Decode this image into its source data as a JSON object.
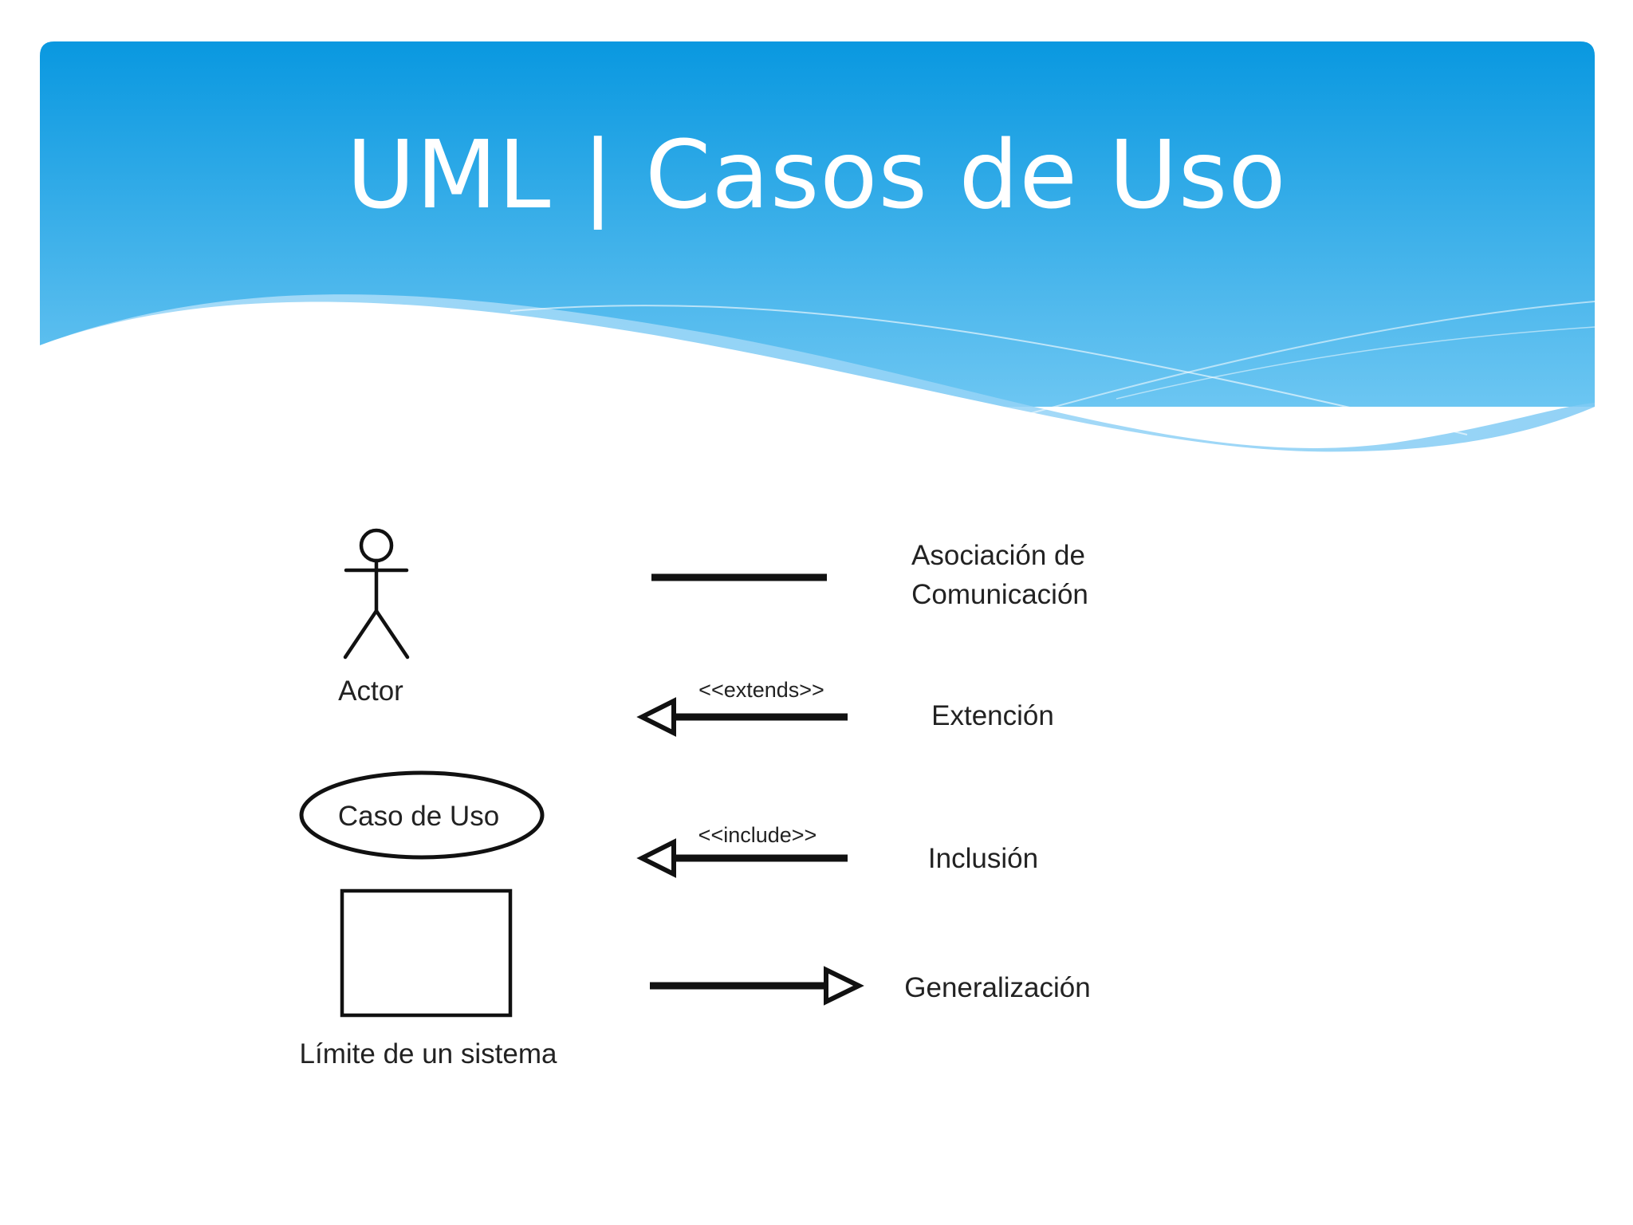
{
  "slide": {
    "title": "UML | Casos de Uso"
  },
  "diagram": {
    "symbols": {
      "actor_label": "Actor",
      "use_case_label": "Caso de Uso",
      "system_boundary_label": "Límite de un sistema"
    },
    "relations": [
      {
        "kind": "association",
        "arrow_label": "",
        "description": [
          "Asociación de",
          "Comunicación"
        ]
      },
      {
        "kind": "extension",
        "arrow_label": "<<extends>>",
        "description": [
          "Extención"
        ]
      },
      {
        "kind": "inclusion",
        "arrow_label": "<<include>>",
        "description": [
          "Inclusión"
        ]
      },
      {
        "kind": "generalization",
        "arrow_label": "",
        "description": [
          "Generalización"
        ]
      }
    ]
  },
  "colors": {
    "header_top": "#0998e0",
    "header_bottom": "#5cc0f0",
    "wave_light": "#9dd6f7",
    "stroke": "#111111"
  }
}
